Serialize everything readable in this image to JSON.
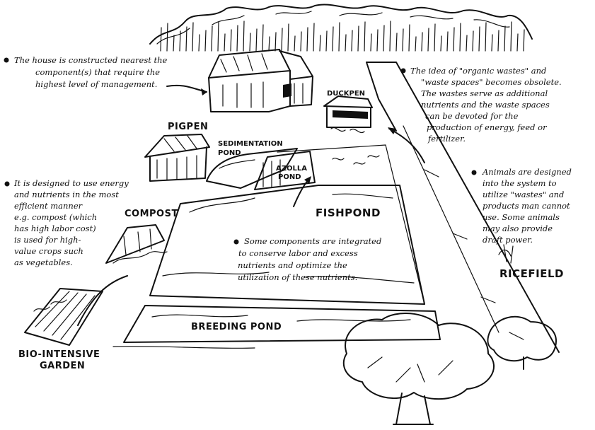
{
  "notes": {
    "house": [
      "The house is constructed nearest the",
      "component(s) that require the",
      "highest level of management."
    ],
    "wastes": [
      "The idea of \"organic wastes\" and",
      "\"waste spaces\" becomes obsolete.",
      "The wastes serve as additional",
      "nutrients and the waste spaces",
      "can be devoted for the",
      "production of energy, feed or",
      "fertilizer."
    ],
    "energy": [
      "It is designed to use energy",
      "and nutrients in the most",
      "efficient manner",
      "e.g. compost (which",
      "has high labor cost)",
      "is used for high-",
      "value crops such",
      "as vegetables."
    ],
    "animals": [
      "Animals are designed",
      "into the system to",
      "utilize \"wastes\" and",
      "products man cannot",
      "use. Some animals",
      "may also provide",
      "draft power."
    ],
    "integrated": [
      "Some components are integrated",
      "to conserve labor and excess",
      "nutrients and optimize the",
      "utilization of these nutrients."
    ]
  },
  "labels": {
    "pigpen": "PIGPEN",
    "duckpen": "DUCKPEN",
    "sedimentation": [
      "SEDIMENTATION",
      "POND"
    ],
    "azolla": [
      "AZOLLA",
      "POND"
    ],
    "fishpond": "FISHPOND",
    "compost": "COMPOST",
    "ricefield": "RICEFIELD",
    "breeding": "BREEDING POND",
    "garden": [
      "BIO-INTENSIVE",
      "GARDEN"
    ]
  }
}
